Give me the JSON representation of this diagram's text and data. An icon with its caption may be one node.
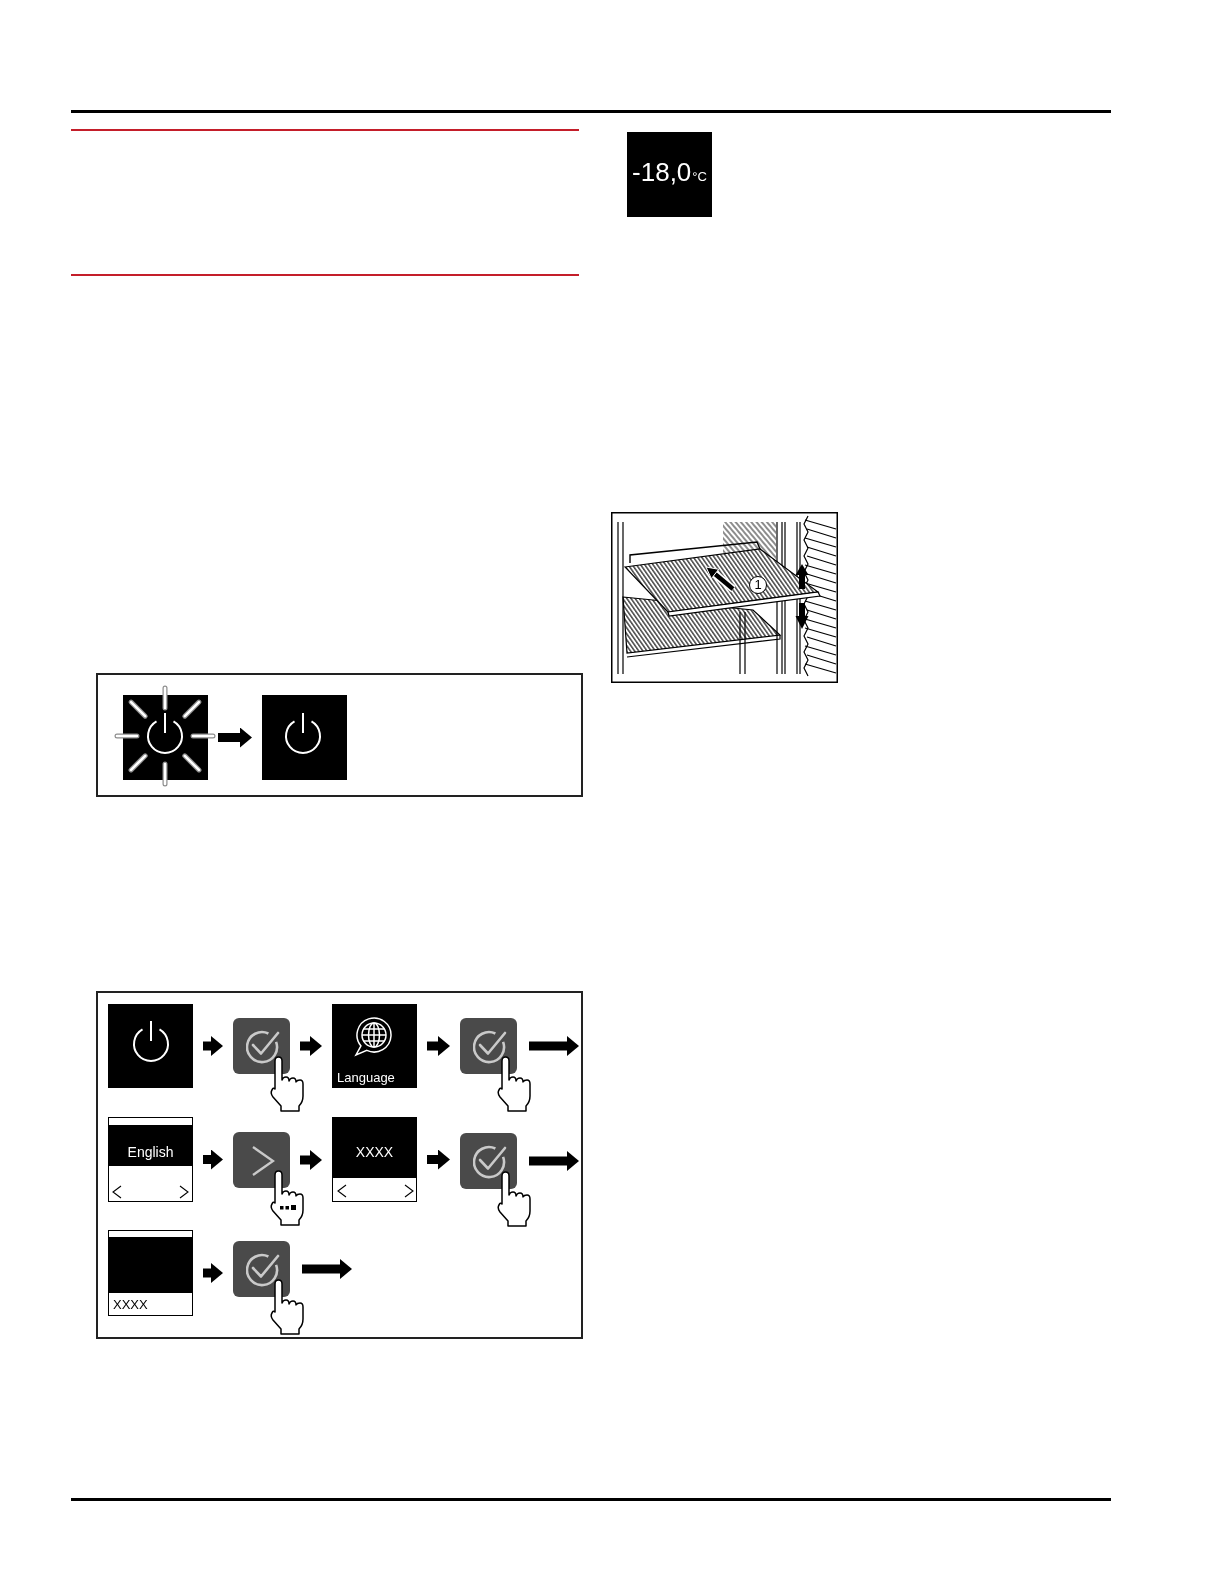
{
  "diagram": {
    "nodes": [
      {
        "text": [],
        "shape": "frame"
      },
      {
        "text": [],
        "shape": "box",
        "in": 0
      },
      {
        "text": [],
        "shape": "box",
        "in": 0
      },
      {
        "text": [],
        "shape": "frame"
      },
      {
        "text": [],
        "shape": "box",
        "in": 3
      },
      {
        "text": [],
        "shape": "button",
        "in": 3
      },
      {
        "text": [
          "Language"
        ],
        "in": 3
      },
      {
        "text": [],
        "shape": "button",
        "in": 3
      },
      {
        "text": [
          "English"
        ],
        "in": 3
      },
      {
        "text": [],
        "shape": "button",
        "in": 3
      },
      {
        "text": [
          "XXXX"
        ],
        "in": 3
      },
      {
        "text": [],
        "shape": "button",
        "in": 3
      },
      {
        "text": [
          "XXXX"
        ],
        "in": 3
      },
      {
        "text": [],
        "shape": "button",
        "in": 3
      },
      {
        "text": [
          "-18,0",
          "°C"
        ]
      }
    ],
    "edges": [
      {
        "from": 1,
        "to": 2,
        "arrow": "to"
      },
      {
        "from": 4,
        "to": 5,
        "arrow": "to"
      },
      {
        "from": 5,
        "to": 6,
        "arrow": "to"
      },
      {
        "from": 6,
        "to": 7,
        "arrow": "to"
      },
      {
        "from": 7,
        "to": null,
        "arrow": "to"
      },
      {
        "from": 8,
        "to": 9,
        "arrow": "to"
      },
      {
        "from": 9,
        "to": 10,
        "arrow": "to"
      },
      {
        "from": 10,
        "to": 11,
        "arrow": "to"
      },
      {
        "from": 11,
        "to": null,
        "arrow": "to"
      },
      {
        "from": 12,
        "to": 13,
        "arrow": "to"
      },
      {
        "from": 13,
        "to": null,
        "arrow": "to"
      }
    ],
    "labels": [
      "1"
    ]
  }
}
